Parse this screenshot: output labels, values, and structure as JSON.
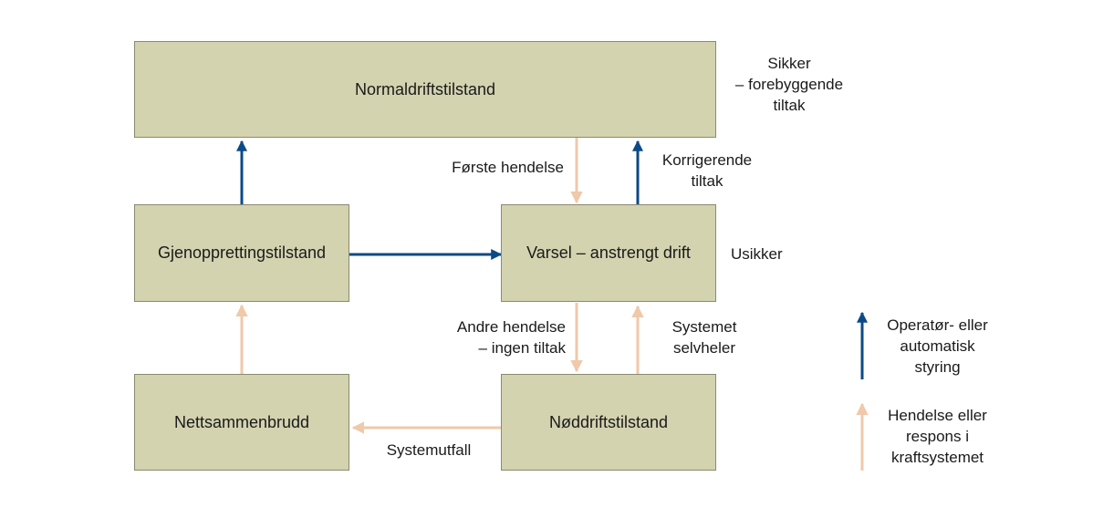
{
  "colors": {
    "box_fill": "#d3d3b0",
    "box_border": "#8a8a70",
    "control_arrow": "#0b4a86",
    "event_arrow": "#efc9aa"
  },
  "states": {
    "normal": "Normaldriftstilstand",
    "alert": "Varsel – anstrengt drift",
    "restoration": "Gjenopprettingstilstand",
    "emergency": "Nøddriftstilstand",
    "blackout": "Nettsammenbrudd"
  },
  "side_labels": {
    "secure": [
      "Sikker",
      "– forebyggende",
      "tiltak"
    ],
    "insecure": "Usikker"
  },
  "transitions": {
    "first_event": "Første hendelse",
    "corrective": [
      "Korrigerende",
      "tiltak"
    ],
    "second_event": [
      "Andre hendelse",
      "– ingen tiltak"
    ],
    "self_heal": [
      "Systemet",
      "selvheler"
    ],
    "system_failure": "Systemutfall"
  },
  "legend": {
    "control": [
      "Operatør- eller",
      "automatisk",
      "styring"
    ],
    "event": [
      "Hendelse eller",
      "respons i",
      "kraftsystemet"
    ]
  }
}
